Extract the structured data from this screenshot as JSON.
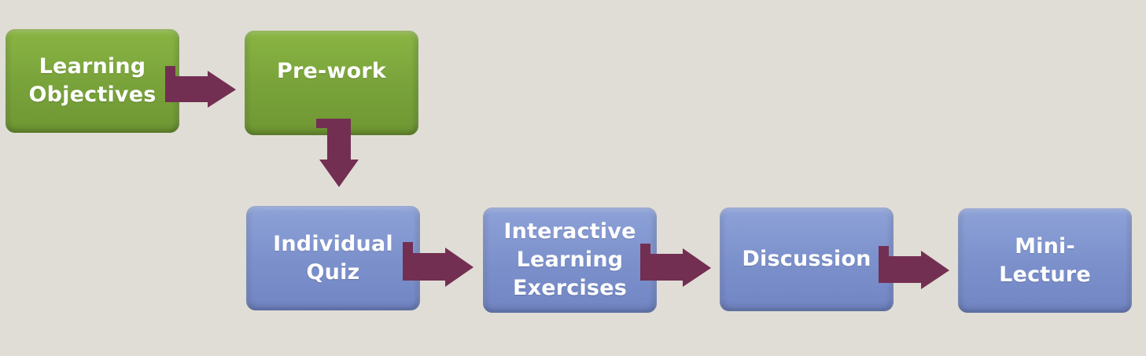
{
  "colors": {
    "background": "#e0ddd6",
    "green_box": "#7ba63b",
    "blue_box": "#7d91cc",
    "arrow": "#732f52",
    "text": "#ffffff"
  },
  "nodes": {
    "learning_objectives": "Learning\nObjectives",
    "pre_work": "Pre-work",
    "individual_quiz": "Individual\nQuiz",
    "interactive_learning_exercises": "Interactive\nLearning\nExercises",
    "discussion": "Discussion",
    "mini_lecture": "Mini-Lecture"
  }
}
